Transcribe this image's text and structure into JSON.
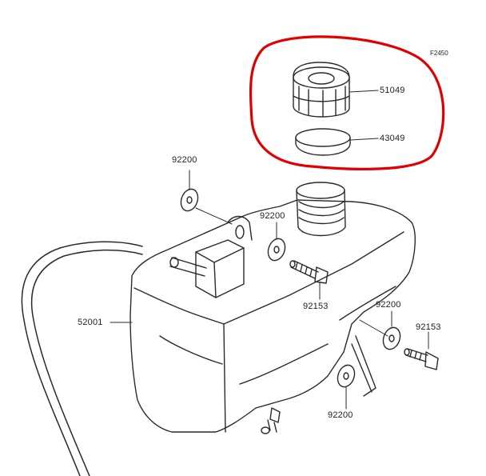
{
  "figure_code": "F2450",
  "highlight_color": "#e00000",
  "line_color": "#2a2a2a",
  "parts": [
    {
      "id": "p51049",
      "number": "51049"
    },
    {
      "id": "p43049",
      "number": "43049"
    },
    {
      "id": "p92200a",
      "number": "92200"
    },
    {
      "id": "p92200b",
      "number": "92200"
    },
    {
      "id": "p92153a",
      "number": "92153"
    },
    {
      "id": "p52001",
      "number": "52001"
    },
    {
      "id": "p92200c",
      "number": "92200"
    },
    {
      "id": "p92153b",
      "number": "92153"
    },
    {
      "id": "p92200d",
      "number": "92200"
    }
  ]
}
